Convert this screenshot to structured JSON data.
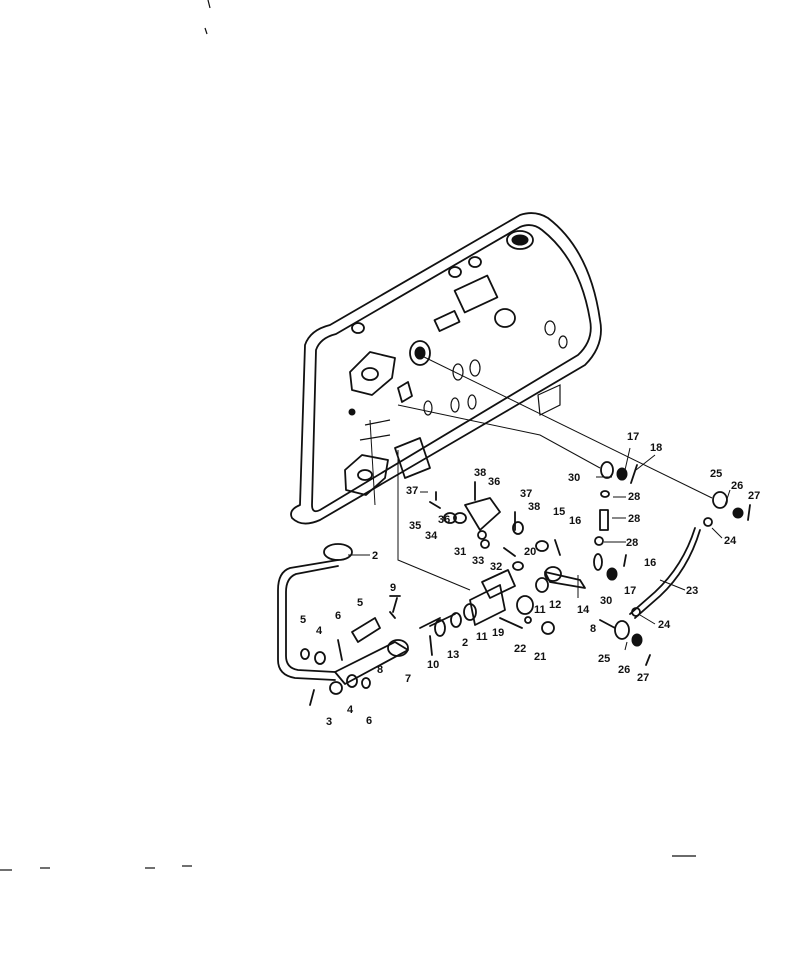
{
  "callouts": [
    {
      "id": "c2",
      "text": "2"
    },
    {
      "id": "c3",
      "text": "3"
    },
    {
      "id": "c4a",
      "text": "4"
    },
    {
      "id": "c4b",
      "text": "4"
    },
    {
      "id": "c5a",
      "text": "5"
    },
    {
      "id": "c5b",
      "text": "5"
    },
    {
      "id": "c6a",
      "text": "6"
    },
    {
      "id": "c6b",
      "text": "6"
    },
    {
      "id": "c7",
      "text": "7"
    },
    {
      "id": "c8",
      "text": "8"
    },
    {
      "id": "c9",
      "text": "9"
    },
    {
      "id": "c10",
      "text": "10"
    },
    {
      "id": "c11a",
      "text": "11"
    },
    {
      "id": "c11b",
      "text": "11"
    },
    {
      "id": "c12a",
      "text": "12"
    },
    {
      "id": "c12b",
      "text": "2"
    },
    {
      "id": "c13",
      "text": "13"
    },
    {
      "id": "c14",
      "text": "14"
    },
    {
      "id": "c15",
      "text": "15"
    },
    {
      "id": "c16a",
      "text": "16"
    },
    {
      "id": "c16b",
      "text": "16"
    },
    {
      "id": "c17a",
      "text": "17"
    },
    {
      "id": "c17b",
      "text": "17"
    },
    {
      "id": "c18",
      "text": "18"
    },
    {
      "id": "c19",
      "text": "19"
    },
    {
      "id": "c20",
      "text": "20"
    },
    {
      "id": "c21",
      "text": "21"
    },
    {
      "id": "c22",
      "text": "22"
    },
    {
      "id": "c23",
      "text": "23"
    },
    {
      "id": "c24a",
      "text": "24"
    },
    {
      "id": "c24b",
      "text": "24"
    },
    {
      "id": "c25a",
      "text": "25"
    },
    {
      "id": "c25b",
      "text": "25"
    },
    {
      "id": "c26a",
      "text": "26"
    },
    {
      "id": "c26b",
      "text": "26"
    },
    {
      "id": "c27a",
      "text": "27"
    },
    {
      "id": "c27b",
      "text": "27"
    },
    {
      "id": "c28a",
      "text": "28"
    },
    {
      "id": "c28b",
      "text": "28"
    },
    {
      "id": "c28c",
      "text": "28"
    },
    {
      "id": "c30a",
      "text": "30"
    },
    {
      "id": "c30b",
      "text": "30"
    },
    {
      "id": "c31",
      "text": "31"
    },
    {
      "id": "c32",
      "text": "32"
    },
    {
      "id": "c33",
      "text": "33"
    },
    {
      "id": "c34",
      "text": "34"
    },
    {
      "id": "c35",
      "text": "35"
    },
    {
      "id": "c36a",
      "text": "36"
    },
    {
      "id": "c36b",
      "text": "36"
    },
    {
      "id": "c37a",
      "text": "37"
    },
    {
      "id": "c37b",
      "text": "37"
    },
    {
      "id": "c38a",
      "text": "38"
    },
    {
      "id": "c38b",
      "text": "38"
    },
    {
      "id": "c8b",
      "text": "8"
    }
  ]
}
